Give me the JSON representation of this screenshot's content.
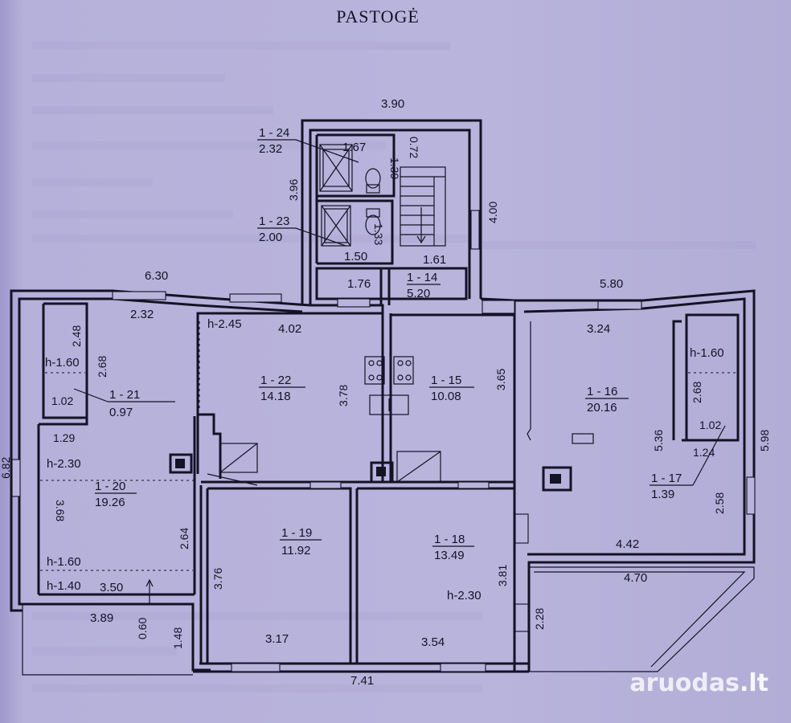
{
  "title": "PASTOGĖ",
  "rooms": [
    {
      "id": "r24",
      "name": "1 - 24",
      "area": "2.32"
    },
    {
      "id": "r23",
      "name": "1 - 23",
      "area": "2.00"
    },
    {
      "id": "r14",
      "name": "1 - 14",
      "area": "5.20"
    },
    {
      "id": "r22",
      "name": "1 - 22",
      "area": "14.18"
    },
    {
      "id": "r21",
      "name": "1 - 21",
      "area": "0.97"
    },
    {
      "id": "r15",
      "name": "1 - 15",
      "area": "10.08"
    },
    {
      "id": "r16",
      "name": "1 - 16",
      "area": "20.16"
    },
    {
      "id": "r17",
      "name": "1 - 17",
      "area": "1.39"
    },
    {
      "id": "r20",
      "name": "1 - 20",
      "area": "19.26"
    },
    {
      "id": "r19",
      "name": "1 - 19",
      "area": "11.92"
    },
    {
      "id": "r18",
      "name": "1 - 18",
      "area": "13.49"
    }
  ],
  "dimensions": {
    "d390": "3.90",
    "d167": "1.67",
    "d139": "1.39",
    "d072": "0.72",
    "d396": "3.96",
    "d400": "4.00",
    "d133": "1.33",
    "d150": "1.50",
    "d161": "1.61",
    "d176": "1.76",
    "d630": "6.30",
    "d580": "5.80",
    "d232": "2.32",
    "d402": "4.02",
    "d324": "3.24",
    "d248": "2.48",
    "d268a": "2.68",
    "d268b": "2.68",
    "d102a": "1.02",
    "d102b": "1.02",
    "d129": "1.29",
    "d378": "3.78",
    "d365": "3.65",
    "d536": "5.36",
    "d124": "1.24",
    "d598": "5.98",
    "d682": "6.82",
    "d368": "3.68",
    "d264": "2.64",
    "d258": "2.58",
    "d442": "4.42",
    "d470": "4.70",
    "d376": "3.76",
    "d381": "3.81",
    "d350": "3.50",
    "d389": "3.89",
    "d060": "0.60",
    "d148": "1.48",
    "d317": "3.17",
    "d354": "3.54",
    "d228": "2.28",
    "d741": "7.41"
  },
  "heights": {
    "h245": "h-2.45",
    "h160a": "h-1.60",
    "h160b": "h-1.60",
    "h230a": "h-2.30",
    "h230b": "h-2.30",
    "h160c": "h-1.60",
    "h140": "h-1.40"
  },
  "watermark": {
    "brand": "aruodas",
    "tld": ".lt"
  },
  "colors": {
    "paper": "#b9b4dc",
    "ink": "#141225"
  }
}
